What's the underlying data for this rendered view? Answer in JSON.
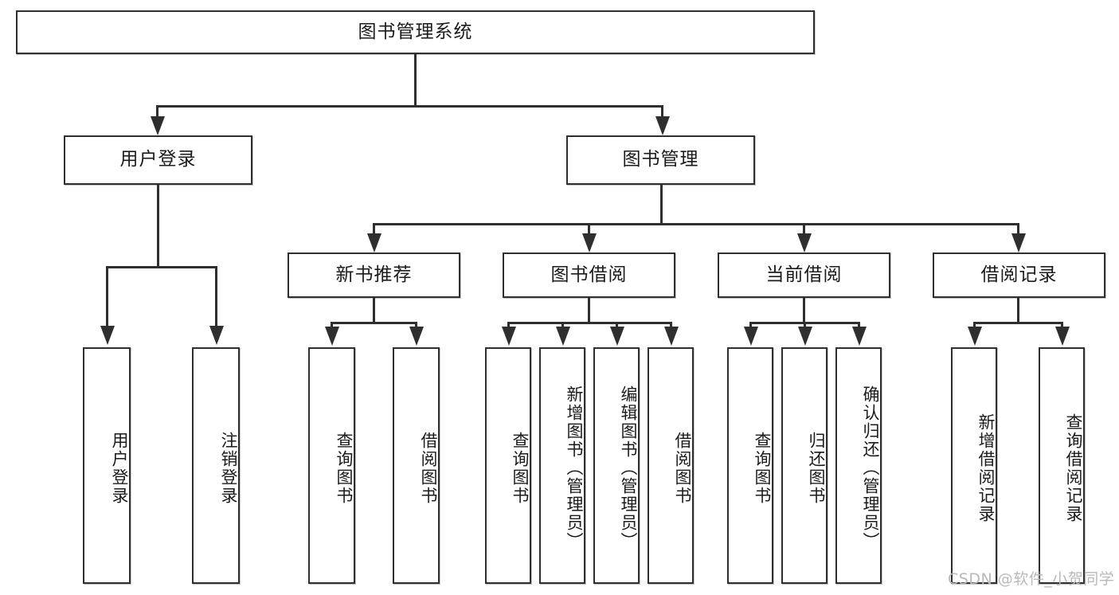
{
  "diagram": {
    "title": "图书管理系统",
    "type": "tree",
    "watermark": "CSDN @软件_小贺同学",
    "colors": {
      "stroke": "#2f2f2f",
      "fill": "#ffffff",
      "text": "#1b1b1b",
      "watermark": "#b9b9b9"
    },
    "root": {
      "label": "图书管理系统"
    },
    "level1": [
      {
        "id": "user-login",
        "label": "用户登录"
      },
      {
        "id": "book-manage",
        "label": "图书管理"
      }
    ],
    "level2": [
      {
        "id": "new-book-recommend",
        "label": "新书推荐"
      },
      {
        "id": "book-borrow",
        "label": "图书借阅"
      },
      {
        "id": "current-borrow",
        "label": "当前借阅"
      },
      {
        "id": "borrow-record",
        "label": "借阅记录"
      }
    ],
    "leaves": {
      "user_login": [
        {
          "id": "leaf-user-login",
          "label": "用户登录"
        },
        {
          "id": "leaf-user-logout",
          "label": "注销登录"
        }
      ],
      "new_book_recommend": [
        {
          "id": "leaf-query-book-1",
          "label": "查询图书"
        },
        {
          "id": "leaf-borrow-book-1",
          "label": "借阅图书"
        }
      ],
      "book_borrow": [
        {
          "id": "leaf-query-book-2",
          "label": "查询图书"
        },
        {
          "id": "leaf-add-book",
          "label": "新增图书（管理员）"
        },
        {
          "id": "leaf-edit-book",
          "label": "编辑图书（管理员）"
        },
        {
          "id": "leaf-borrow-book-2",
          "label": "借阅图书"
        }
      ],
      "current_borrow": [
        {
          "id": "leaf-query-book-3",
          "label": "查询图书"
        },
        {
          "id": "leaf-return-book",
          "label": "归还图书"
        },
        {
          "id": "leaf-confirm-return",
          "label": "确认归还（管理员）"
        }
      ],
      "borrow_record": [
        {
          "id": "leaf-add-record",
          "label": "新增借阅记录"
        },
        {
          "id": "leaf-query-record",
          "label": "查询借阅记录"
        }
      ]
    }
  }
}
